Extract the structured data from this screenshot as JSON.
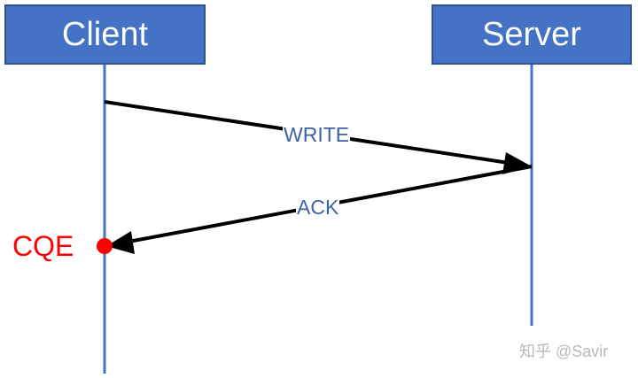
{
  "actors": {
    "client": "Client",
    "server": "Server"
  },
  "messages": {
    "write": "WRITE",
    "ack": "ACK"
  },
  "event": {
    "cqe": "CQE"
  },
  "watermark": "知乎 @Savir",
  "colors": {
    "actor_fill": "#4472c4",
    "actor_border": "#2f528f",
    "lifeline": "#4472c4",
    "arrow": "#000000",
    "message_label": "#3f62a6",
    "cqe": "#ff0000",
    "watermark": "#b9b9b9"
  }
}
